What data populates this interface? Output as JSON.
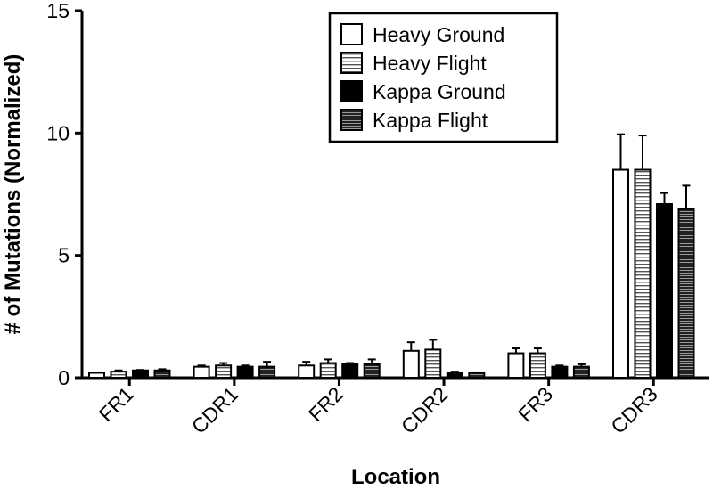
{
  "chart_data": {
    "type": "bar",
    "title": "",
    "xlabel": "Location",
    "ylabel": "# of Mutations (Normalized)",
    "ylim": [
      0,
      15
    ],
    "yticks": [
      "0",
      "5",
      "10",
      "15"
    ],
    "categories": [
      "FR1",
      "CDR1",
      "FR2",
      "CDR2",
      "FR3",
      "CDR3"
    ],
    "series": [
      {
        "name": "Heavy Ground",
        "fill": "white",
        "values": [
          0.2,
          0.45,
          0.5,
          1.1,
          1.0,
          8.5
        ],
        "errors": [
          0.02,
          0.05,
          0.15,
          0.35,
          0.2,
          1.45
        ]
      },
      {
        "name": "Heavy Flight",
        "fill": "hstripe-light",
        "values": [
          0.25,
          0.5,
          0.6,
          1.15,
          1.0,
          8.5
        ],
        "errors": [
          0.05,
          0.1,
          0.15,
          0.4,
          0.2,
          1.4
        ]
      },
      {
        "name": "Kappa Ground",
        "fill": "black",
        "values": [
          0.3,
          0.45,
          0.55,
          0.2,
          0.45,
          7.1
        ],
        "errors": [
          0.02,
          0.05,
          0.05,
          0.05,
          0.05,
          0.45
        ]
      },
      {
        "name": "Kappa Flight",
        "fill": "hstripe-dark",
        "values": [
          0.3,
          0.45,
          0.55,
          0.2,
          0.45,
          6.9
        ],
        "errors": [
          0.05,
          0.2,
          0.2,
          0.02,
          0.1,
          0.95
        ]
      }
    ],
    "legend_position": "top-right",
    "grid": false
  }
}
